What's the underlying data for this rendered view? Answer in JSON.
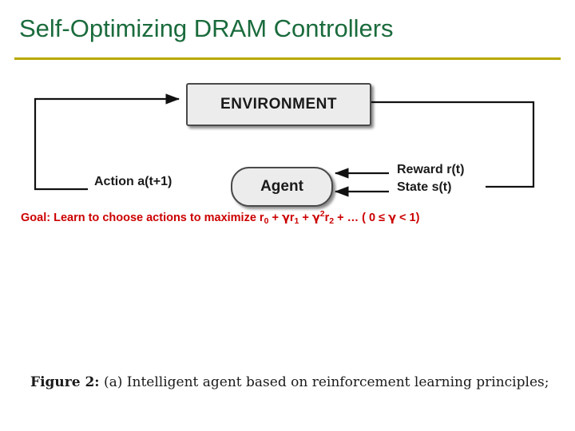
{
  "slide": {
    "title": "Self-Optimizing DRAM Controllers",
    "accent_title_color": "#1a6b3c",
    "accent_rule_color": "#b8a800"
  },
  "diagram": {
    "environment_label": "ENVIRONMENT",
    "agent_label": "Agent",
    "action_label": "Action a(t+1)",
    "reward_label": "Reward r(t)",
    "state_label": "State s(t)"
  },
  "goal": {
    "prefix": "Goal: Learn to choose actions to maximize r",
    "sub0": "0",
    "plus1": " + ",
    "gamma1": "γ",
    "r1": "r",
    "sub1": "1",
    "plus2": " + ",
    "gamma2": "γ",
    "exp2": "2",
    "r2": "r",
    "sub2": "2",
    "tail": " + … ( 0 ≤ ",
    "gamma3": "γ",
    "tail2": " < 1)",
    "color": "#cc0000"
  },
  "caption": {
    "label": "Figure 2:",
    "text": " (a) Intelligent agent based on reinforcement learning principles;"
  }
}
